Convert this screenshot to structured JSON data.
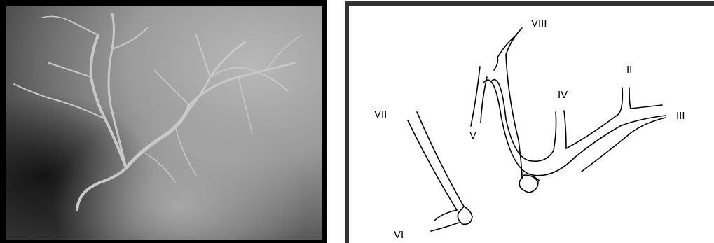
{
  "figure": {
    "left_panel": {
      "kind": "angiogram-photo",
      "background": "#8a8a8a"
    },
    "right_panel": {
      "kind": "vessel-tracing",
      "stroke_color": "#000000",
      "border_color": "#333333",
      "segment_labels": [
        "VIII",
        "II",
        "IV",
        "III",
        "VII",
        "V",
        "VI"
      ]
    }
  }
}
